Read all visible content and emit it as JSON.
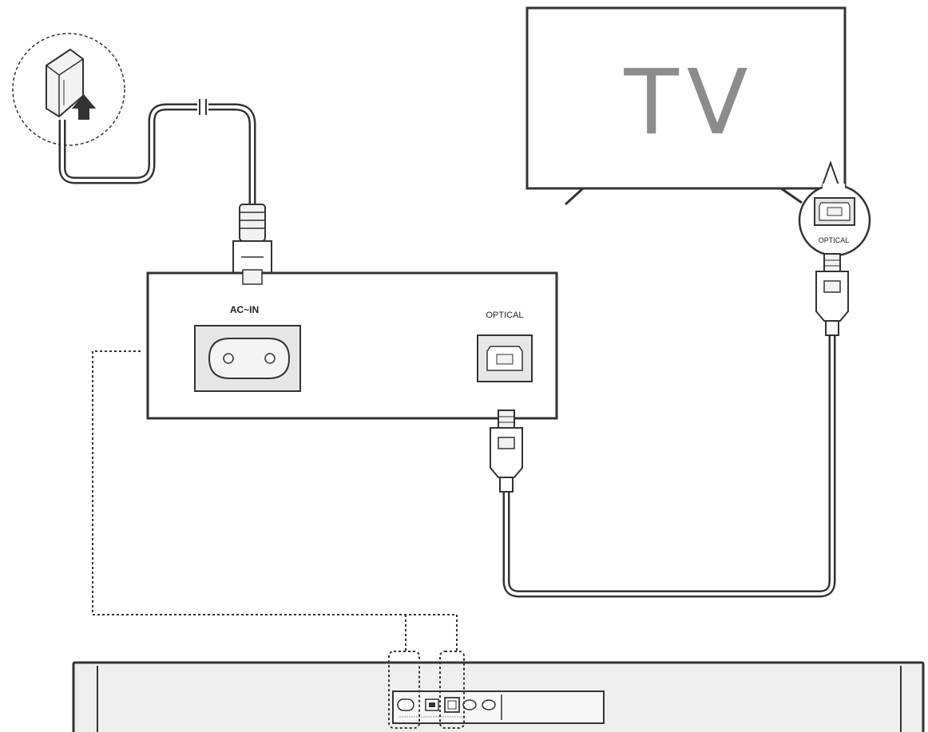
{
  "tv": {
    "label": "TV",
    "port_label": "OPTICAL"
  },
  "panel": {
    "ac_in_label": "AC~IN",
    "optical_label": "OPTICAL"
  },
  "colors": {
    "line": "#333333",
    "fill_light": "#f2f2f2",
    "fill_port": "#e6e6e6",
    "tv_text": "#8c8c8c",
    "background": "#ffffff"
  },
  "icons": {
    "wall_outlet": "wall-outlet-icon",
    "plug_in_arrow": "up-arrow-icon"
  }
}
